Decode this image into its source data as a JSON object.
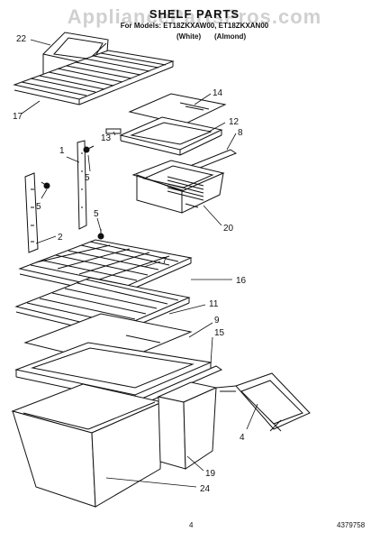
{
  "header": {
    "watermark": "AppliancePartsPros.com",
    "title": "SHELF PARTS",
    "for_models": "For Models: ET18ZKXAW00, ET18ZKXAN00",
    "color_white": "(White)",
    "color_almond": "(Almond)"
  },
  "callouts": {
    "c1": "1",
    "c2": "2",
    "c4": "4",
    "c5a": "5",
    "c5b": "5",
    "c5c": "5",
    "c7": "7",
    "c8": "8",
    "c9": "9",
    "c11": "11",
    "c12": "12",
    "c13": "13",
    "c14": "14",
    "c15": "15",
    "c16": "16",
    "c17": "17",
    "c19": "19",
    "c20": "20",
    "c22": "22",
    "c24": "24"
  },
  "footer": {
    "page_number": "4",
    "doc_number": "4379758"
  }
}
